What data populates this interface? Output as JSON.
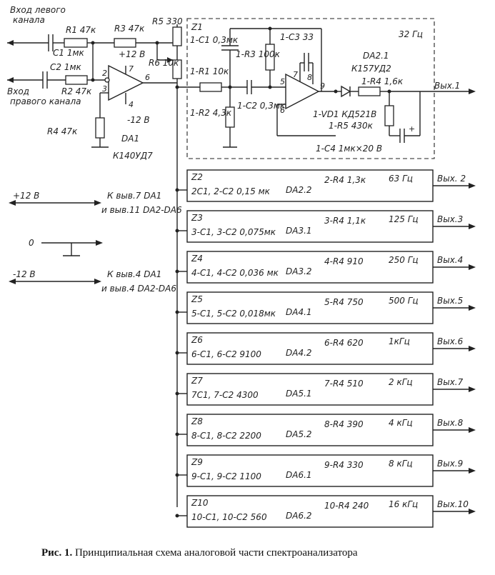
{
  "inputs": {
    "left": "Вход левого канала",
    "right": "Вход правого канала"
  },
  "components": {
    "R1": "R1 47к",
    "C1": "C1 1мк",
    "R3": "R3 47к",
    "R5": "R5 330",
    "R6": "R6 10к",
    "C2": "C2 1мк",
    "R2": "R2 47к",
    "R4": "R4 47к",
    "plus12": "+12 В",
    "minus12": "-12 В",
    "opamp_name": "DA1",
    "opamp_type": "К140УД7",
    "pin2": "2",
    "pin3": "3",
    "pin4": "4",
    "pin6": "6",
    "pin7": "7"
  },
  "filter1": {
    "title": "Z1",
    "freq": "32 Гц",
    "c1": "1-C1 0,3мк",
    "r1": "1-R1 10к",
    "r2": "1-R2 4,3к",
    "c2": "1-C2 0,3мк",
    "r3": "1-R3 100к",
    "c3": "1-C3 33",
    "da": "DA2.1",
    "da_type": "К157УД2",
    "r4": "1-R4 1,6к",
    "vd": "1-VD1 КД521В",
    "r5": "1-R5 430к",
    "c4": "1-C4 1мк×20 В",
    "pin5": "5",
    "pin6": "6",
    "pin7": "7",
    "pin8": "8",
    "pin9": "9",
    "plus": "+",
    "output": "Вых.1"
  },
  "filters": [
    {
      "title": "Z2",
      "caps": "2C1, 2-C2 0,15 мк",
      "da": "DA2.2",
      "r4": "2-R4 1,3к",
      "freq": "63 Гц",
      "output": "Вых. 2"
    },
    {
      "title": "Z3",
      "caps": "3-C1, 3-C2 0,075мк",
      "da": "DA3.1",
      "r4": "3-R4 1,1к",
      "freq": "125 Гц",
      "output": "Вых.3"
    },
    {
      "title": "Z4",
      "caps": "4-C1, 4-C2 0,036 мк",
      "da": "DA3.2",
      "r4": "4-R4 910",
      "freq": "250 Гц",
      "output": "Вых.4"
    },
    {
      "title": "Z5",
      "caps": "5-C1, 5-C2 0,018мк",
      "da": "DA4.1",
      "r4": "5-R4 750",
      "freq": "500 Гц",
      "output": "Вых.5"
    },
    {
      "title": "Z6",
      "caps": "6-C1, 6-C2 9100",
      "da": "DA4.2",
      "r4": "6-R4 620",
      "freq": "1кГц",
      "output": "Вых.6"
    },
    {
      "title": "Z7",
      "caps": "7C1, 7-C2 4300",
      "da": "DA5.1",
      "r4": "7-R4 510",
      "freq": "2 кГц",
      "output": "Вых.7"
    },
    {
      "title": "Z8",
      "caps": "8-C1, 8-C2 2200",
      "da": "DA5.2",
      "r4": "8-R4 390",
      "freq": "4 кГц",
      "output": "Вых.8"
    },
    {
      "title": "Z9",
      "caps": "9-C1, 9-C2 1100",
      "da": "DA6.1",
      "r4": "9-R4 330",
      "freq": "8 кГц",
      "output": "Вых.9"
    },
    {
      "title": "Z10",
      "caps": "10-C1, 10-C2 560",
      "da": "DA6.2",
      "r4": "10-R4 240",
      "freq": "16 кГц",
      "output": "Вых.10"
    }
  ],
  "power": {
    "plus_label": "+12 В",
    "plus_note_1": "К выв.7 DA1",
    "plus_note_2": "и выв.11 DA2-DA6",
    "zero_label": "0",
    "minus_label": "-12 В",
    "minus_note_1": "К выв.4 DA1",
    "minus_note_2": "и выв.4 DA2-DA6"
  },
  "caption": {
    "prefix": "Рис. 1.",
    "text": " Принципиальная схема аналоговой части спектроанализатора"
  }
}
